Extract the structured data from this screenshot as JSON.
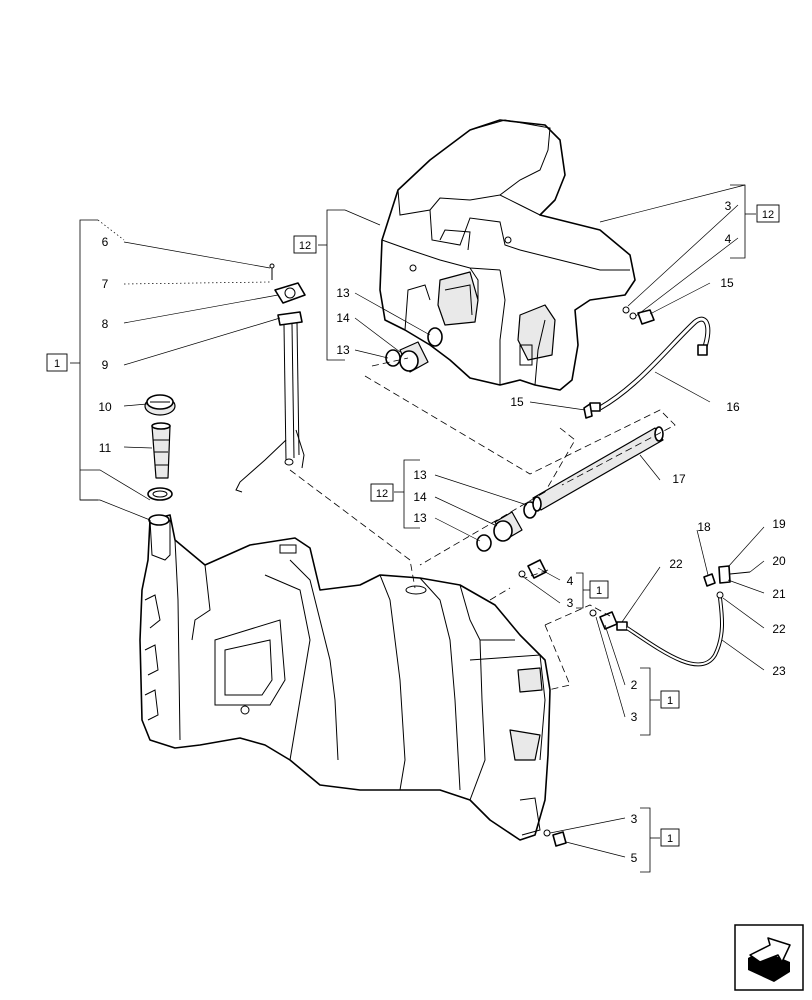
{
  "callouts": {
    "c1": "1",
    "c2": "2",
    "c3": "3",
    "c4": "4",
    "c5": "5",
    "c6": "6",
    "c7": "7",
    "c8": "8",
    "c9": "9",
    "c10": "10",
    "c11": "11",
    "c12": "12",
    "c13": "13",
    "c14": "14",
    "c15": "15",
    "c16": "16",
    "c17": "17",
    "c18": "18",
    "c19": "19",
    "c20": "20",
    "c21": "21",
    "c22": "22",
    "c23": "23"
  },
  "reference_boxes": {
    "assembly_1": "1",
    "assembly_12": "12"
  },
  "icons": {
    "navigation": "forward-arrow-icon"
  }
}
